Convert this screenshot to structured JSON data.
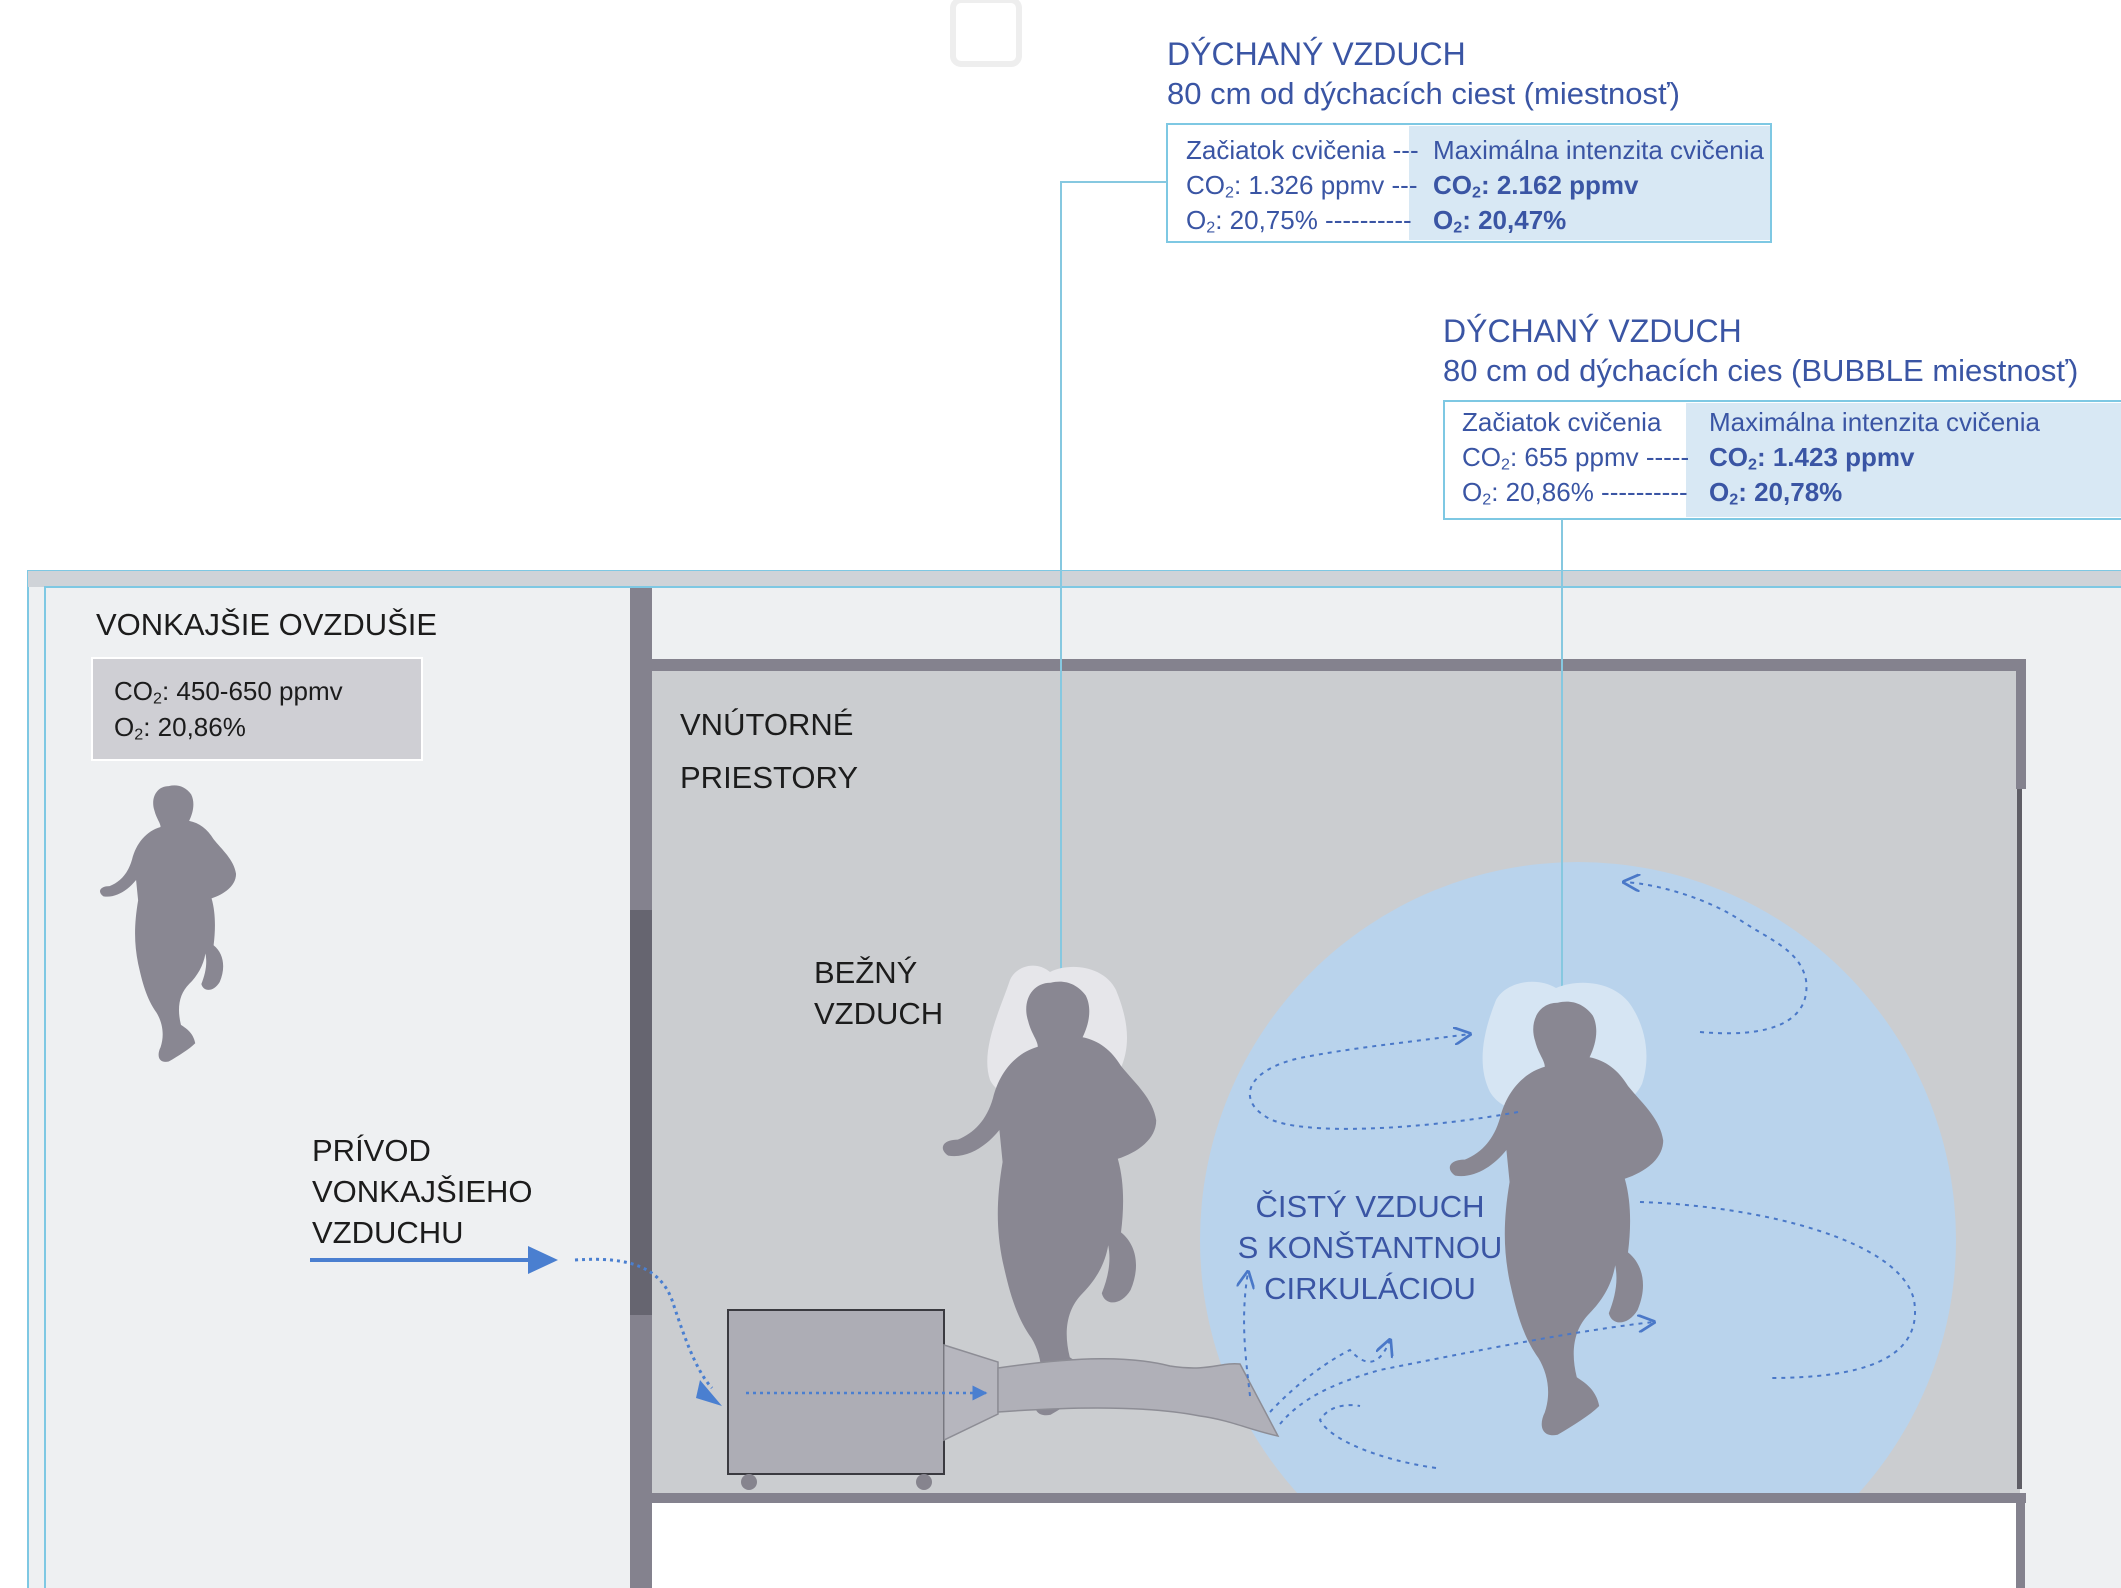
{
  "colors": {
    "accent_blue": "#3a55a4",
    "frame_cyan": "#7ec8e3",
    "wall_gray": "#84828e",
    "room_gray": "#cbcdd0",
    "outside_bg": "#eef0f2",
    "bubble_blue": "#b9d3ec",
    "figure_gray": "#898792",
    "box_highlight": "#d8e8f4"
  },
  "room_callout": {
    "title": "DÝCHANÝ VZDUCH",
    "subtitle": "80 cm od dýchacích ciest (miestnosť)",
    "start_label": "Začiatok cvičenia ---",
    "start_co2_pre": "CO",
    "start_co2_post": ": 1.326 ppmv ---",
    "start_o2_pre": "O",
    "start_o2_post": ": 20,75% ----------",
    "max_label": "Maximálna intenzita cvičenia",
    "max_co2_pre": "CO",
    "max_co2_post": ": 2.162 ppmv",
    "max_o2_pre": "O",
    "max_o2_post": ": 20,47%"
  },
  "bubble_callout": {
    "title": "DÝCHANÝ VZDUCH",
    "subtitle": "80 cm od dýchacích cies (BUBBLE miestnosť)",
    "start_label": "Začiatok cvičenia",
    "start_co2_pre": "CO",
    "start_co2_post": ": 655 ppmv -----",
    "start_o2_pre": "O",
    "start_o2_post": ": 20,86% ----------",
    "max_label": "Maximálna intenzita cvičenia",
    "max_co2_pre": "CO",
    "max_co2_post": ": 1.423 ppmv",
    "max_o2_pre": "O",
    "max_o2_post": ": 20,78%"
  },
  "outdoor": {
    "title": "VONKAJŠIE OVZDUŠIE",
    "co2_pre": "CO",
    "co2_post": ": 450-650 ppmv",
    "o2_pre": "O",
    "o2_post": ": 20,86%"
  },
  "sub_two": "2",
  "indoor_label_1": "VNÚTORNÉ",
  "indoor_label_2": "PRIESTORY",
  "normal_air_1": "BEŽNÝ",
  "normal_air_2": "VZDUCH",
  "intake_1": "PRÍVOD",
  "intake_2": "VONKAJŠIEHO",
  "intake_3": "VZDUCHU",
  "clean_1": "ČISTÝ VZDUCH",
  "clean_2": "S KONŠTANTNOU",
  "clean_3": "CIRKULÁCIOU"
}
